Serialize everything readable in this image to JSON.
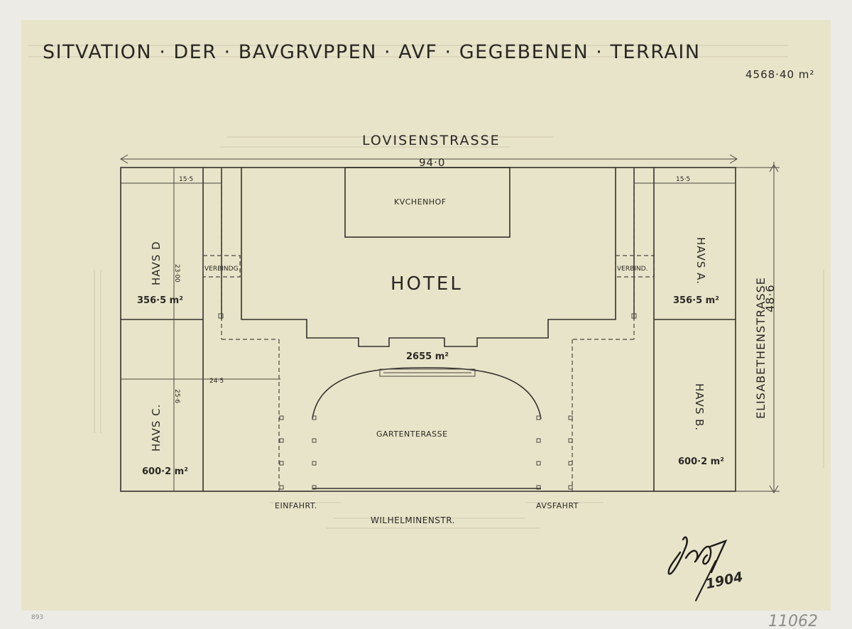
{
  "drawing": {
    "title": "SITVATION · DER · BAVGRVPPEN · AVF · GEGEBENEN · TERRAIN",
    "total_area": "4568·40 m²",
    "street_top": "LOVISENSTRASSE",
    "street_bottom": "WILHELMINENSTR.",
    "street_right": "ELISABETHENSTRASSE",
    "width_dim": "94·0",
    "height_dim": "48·6",
    "entry_label": "EINFAHRT.",
    "exit_label": "AVSFAHRT",
    "signature_year": "1904"
  },
  "hotel": {
    "label": "HOTEL",
    "area": "2655 m²",
    "kitchen_yard": "KVCHENHOF",
    "garden_terrace": "GARTENTERASSE"
  },
  "houses": {
    "a": {
      "label": "HAVS A.",
      "area": "356·5 m²",
      "width": "15·5"
    },
    "b": {
      "label": "HAVS B.",
      "area": "600·2 m²"
    },
    "c": {
      "label": "HAVS C.",
      "area": "600·2 m²",
      "width": "24·5",
      "depth": "25·6"
    },
    "d": {
      "label": "HAVS D",
      "area": "356·5 m²",
      "width": "15·5",
      "depth": "23·00"
    }
  },
  "connections": {
    "left": "VERBINDG",
    "right": "VERBIND."
  },
  "margin": {
    "left_number": "893",
    "catalog_number": "11062"
  }
}
